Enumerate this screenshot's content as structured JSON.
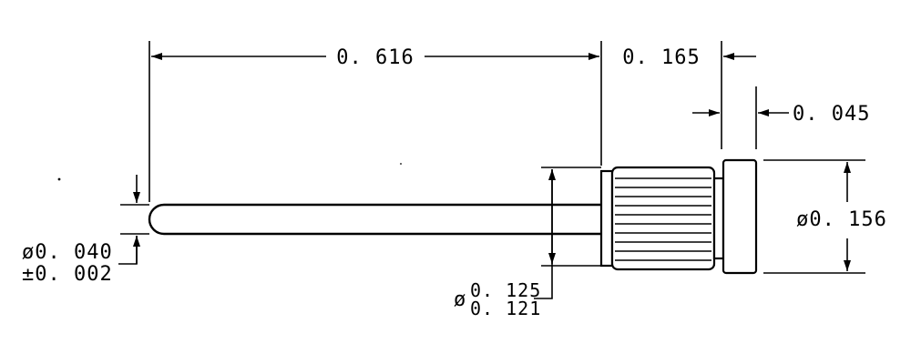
{
  "drawing": {
    "dims": {
      "length_pin": "0. 616",
      "length_knurl": "0. 165",
      "length_flange": "0. 045",
      "dia_flange": "ø0. 156",
      "dia_wire": "ø0. 040",
      "tol_wire": "±0. 002",
      "dia_knurl_sym": "ø",
      "dia_knurl_max": "0. 125",
      "dia_knurl_min": "0. 121"
    }
  }
}
